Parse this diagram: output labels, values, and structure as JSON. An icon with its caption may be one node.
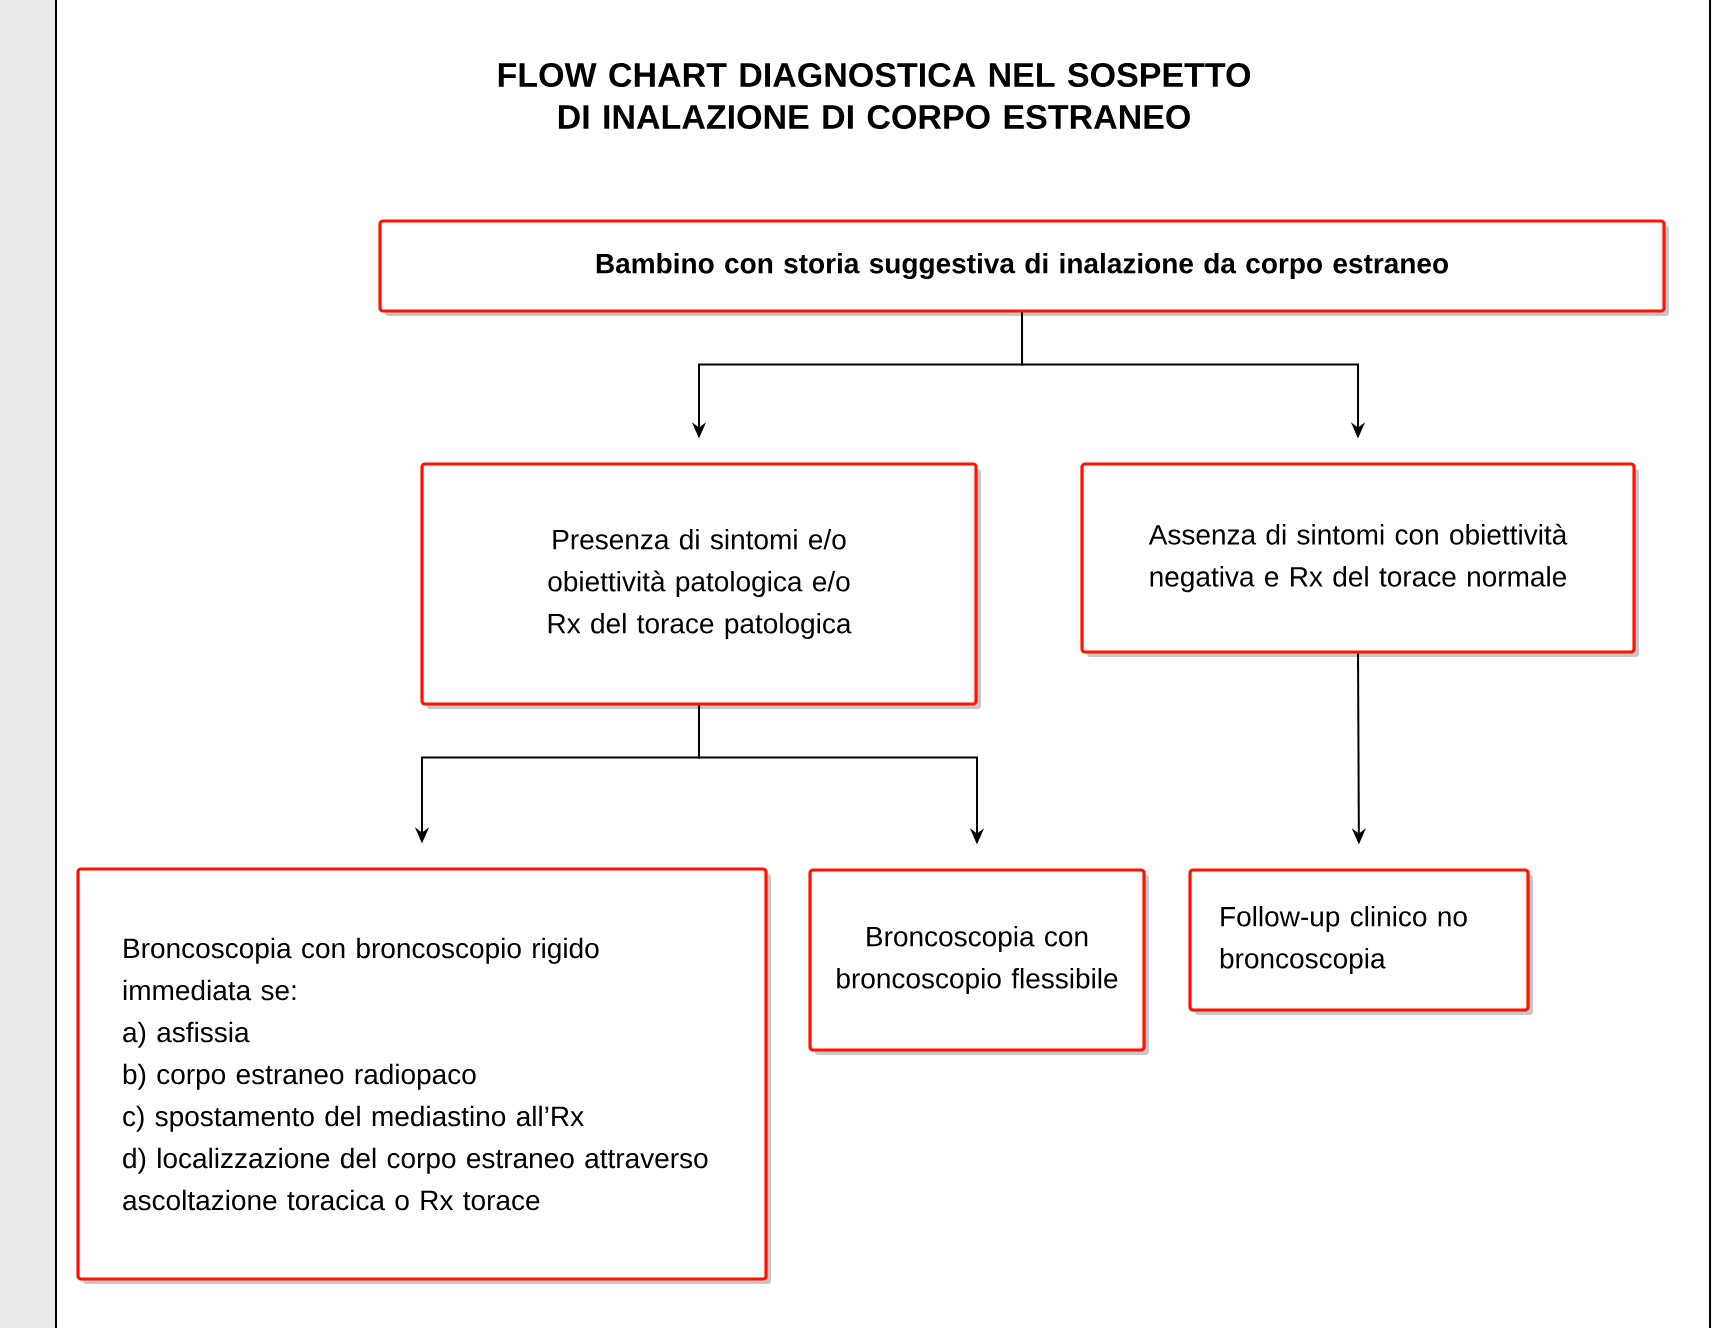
{
  "diagram": {
    "title": "FLOW CHART DIAGNOSTICA NEL SOSPETTO DI INALAZIONE DI CORPO ESTRANEO",
    "nodes": [
      {
        "text": [
          "Bambino con storia suggestiva di inalazione da corpo estraneo"
        ]
      },
      {
        "text": [
          "Presenza di sintomi e/o obiettività patologica e/o Rx del torace patologica"
        ]
      },
      {
        "text": [
          "Assenza di sintomi con obiettività negativa e Rx del torace normale"
        ]
      },
      {
        "text": [
          "Broncoscopia con broncoscopio rigido immediata se:",
          "a) asfissia",
          "b) corpo estraneo radiopaco",
          "c) spostamento del mediastino all’Rx",
          "d) localizzazione del corpo estraneo attraverso ascoltazione toracica o Rx torace"
        ]
      },
      {
        "text": [
          "Broncoscopia con broncoscopio flessibile"
        ]
      },
      {
        "text": [
          "Follow-up clinico no broncoscopia"
        ]
      }
    ],
    "edges": [
      {
        "from": 0,
        "to": 1,
        "arrow": "to"
      },
      {
        "from": 0,
        "to": 2,
        "arrow": "to"
      },
      {
        "from": 1,
        "to": 3,
        "arrow": "to"
      },
      {
        "from": 1,
        "to": 4,
        "arrow": "to"
      },
      {
        "from": 2,
        "to": 5,
        "arrow": "to"
      }
    ]
  }
}
